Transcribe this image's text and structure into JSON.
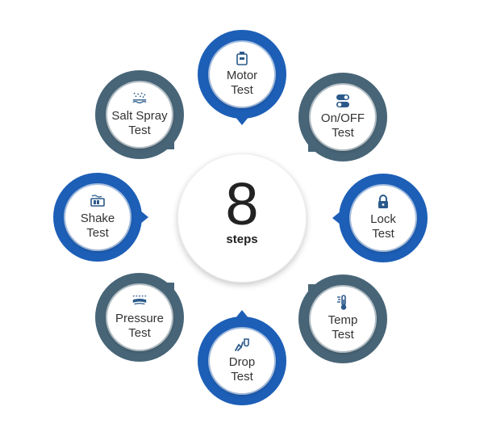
{
  "colors": {
    "blue": "#1d5fb7",
    "slate": "#486577",
    "icon": "#2b5a8a"
  },
  "center": {
    "number": "8",
    "label": "steps"
  },
  "steps": [
    {
      "id": "motor",
      "line1": "Motor",
      "line2": "Test",
      "icon": "motor-icon",
      "color": "blue"
    },
    {
      "id": "onoff",
      "line1": "On/OFF",
      "line2": "Test",
      "icon": "toggle-icon",
      "color": "slate"
    },
    {
      "id": "lock",
      "line1": "Lock",
      "line2": "Test",
      "icon": "lock-icon",
      "color": "blue"
    },
    {
      "id": "temp",
      "line1": "Temp",
      "line2": "Test",
      "icon": "thermometer-icon",
      "color": "slate"
    },
    {
      "id": "drop",
      "line1": "Drop",
      "line2": "Test",
      "icon": "drop-icon",
      "color": "blue"
    },
    {
      "id": "pressure",
      "line1": "Pressure",
      "line2": "Test",
      "icon": "pressure-icon",
      "color": "slate"
    },
    {
      "id": "shake",
      "line1": "Shake",
      "line2": "Test",
      "icon": "shake-icon",
      "color": "blue"
    },
    {
      "id": "saltspray",
      "line1": "Salt Spray",
      "line2": "Test",
      "icon": "salt-spray-icon",
      "color": "slate"
    }
  ]
}
